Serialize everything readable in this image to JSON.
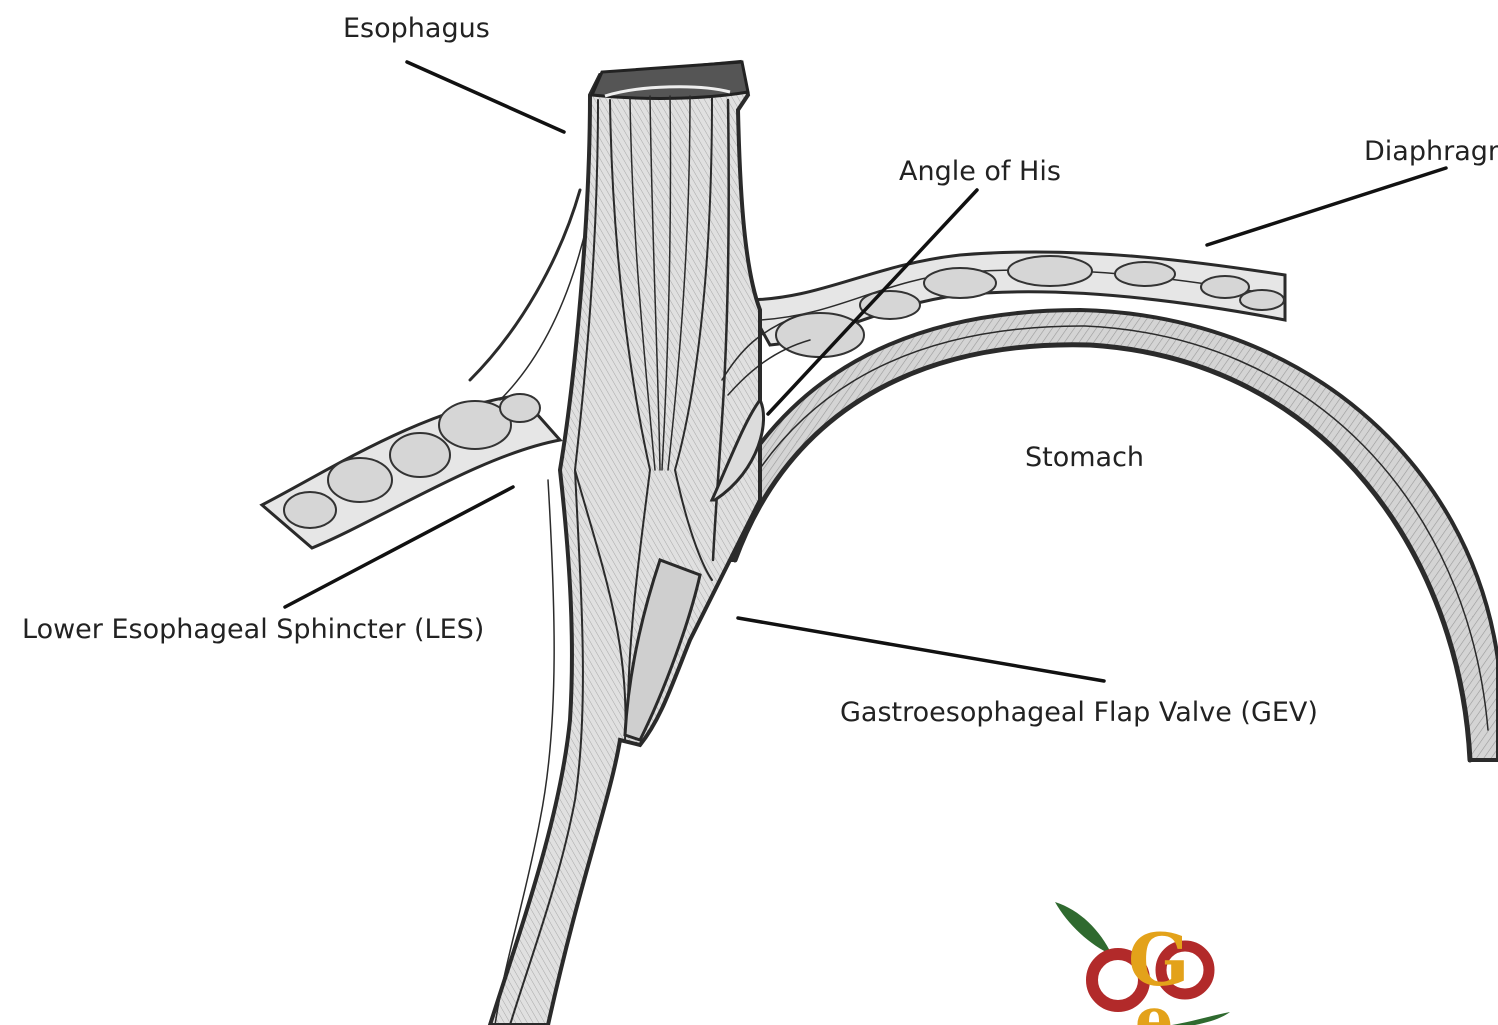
{
  "labels": {
    "esophagus": "Esophagus",
    "angle_of_his": "Angle of His",
    "diaphragm": "Diaphragm",
    "stomach": "Stomach",
    "les": "Lower Esophageal Sphincter (LES)",
    "gev": "Gastroesophageal Flap Valve (GEV)"
  },
  "logo": {
    "letters": "Ge",
    "colors": {
      "ring": "#b22a2a",
      "gold": "#e3a21a",
      "leaf": "#2f6a2f"
    }
  }
}
